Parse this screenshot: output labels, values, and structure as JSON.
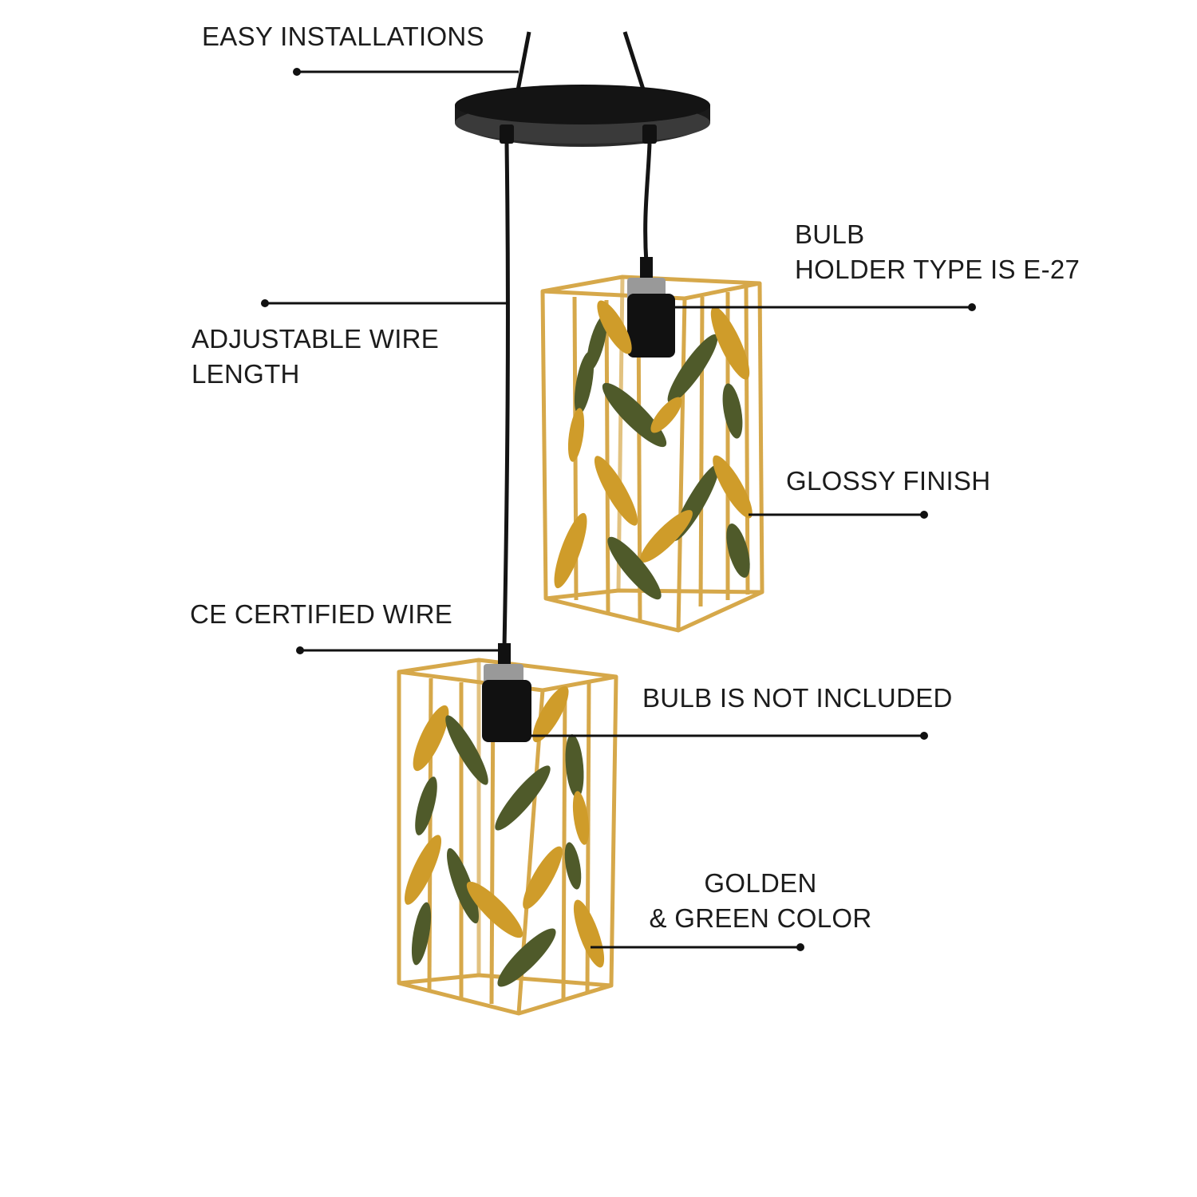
{
  "colors": {
    "background": "#ffffff",
    "text": "#1c1c1c",
    "leader_line": "#111111",
    "canopy": "#151515",
    "wire": "#141414",
    "gold_frame": "#d6a84a",
    "gold_leaf": "#cf9c2a",
    "green_leaf": "#4f5a2a"
  },
  "labels": {
    "easy_installations": "EASY INSTALLATIONS",
    "bulb_holder_line1": "BULB",
    "bulb_holder_line2": "HOLDER TYPE IS E-27",
    "adjustable_line1": "ADJUSTABLE WIRE",
    "adjustable_line2": "LENGTH",
    "glossy_finish": "GLOSSY FINISH",
    "ce_certified": "CE CERTIFIED WIRE",
    "bulb_not_included": "BULB IS NOT INCLUDED",
    "golden_line1": "GOLDEN",
    "golden_line2": "& GREEN COLOR"
  }
}
